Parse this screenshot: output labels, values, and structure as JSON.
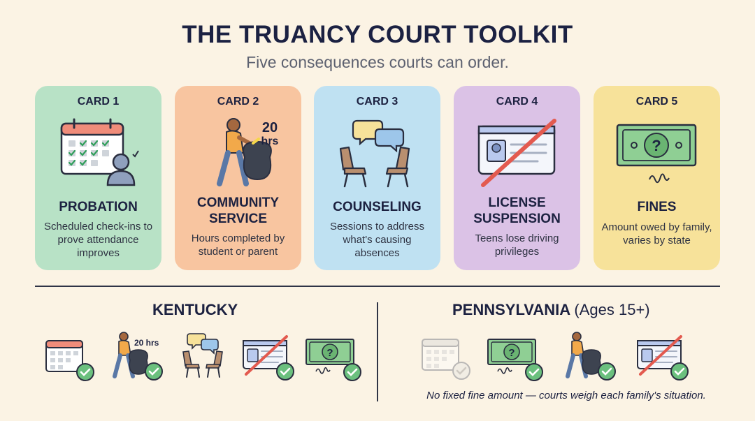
{
  "header": {
    "title": "THE TRUANCY COURT TOOLKIT",
    "subtitle": "Five consequences courts can order."
  },
  "cards": [
    {
      "label": "CARD 1",
      "title": "PROBATION",
      "description": "Scheduled check-ins to prove attendance improves",
      "color": "#b8e2c6",
      "icon": "calendar-person-icon"
    },
    {
      "label": "CARD 2",
      "title": "COMMUNITY SERVICE",
      "description": "Hours completed by student or parent",
      "color": "#f8c5a0",
      "icon": "trash-pickup-icon",
      "art_text_line1": "20",
      "art_text_line2": "hrs"
    },
    {
      "label": "CARD 3",
      "title": "COUNSELING",
      "description": "Sessions to address what's causing absences",
      "color": "#bfe1f2",
      "icon": "chairs-speech-icon"
    },
    {
      "label": "CARD 4",
      "title": "LICENSE SUSPENSION",
      "description": "Teens lose driving privileges",
      "color": "#dbc2e6",
      "icon": "crossed-license-icon"
    },
    {
      "label": "CARD 5",
      "title": "FINES",
      "description": "Amount owed by family, varies by state",
      "color": "#f7e29a",
      "icon": "banknote-icon"
    }
  ],
  "states": [
    {
      "name": "KENTUCKY",
      "note": "",
      "mini_label": "20 hrs",
      "icons": [
        "calendar-check-icon",
        "community-service-check-icon",
        "counseling-check-icon",
        "license-check-icon",
        "fine-check-icon"
      ]
    },
    {
      "name": "PENNSYLVANIA",
      "note": "(Ages 15+)",
      "icons": [
        "calendar-faded-icon",
        "fine-check-icon",
        "community-service-check-icon",
        "license-check-icon"
      ],
      "footnote": "No fixed fine amount — courts weigh each family's situation."
    }
  ],
  "colors": {
    "text": "#1b2142",
    "check": "#2f9e5a",
    "background": "#fbf3e4"
  }
}
